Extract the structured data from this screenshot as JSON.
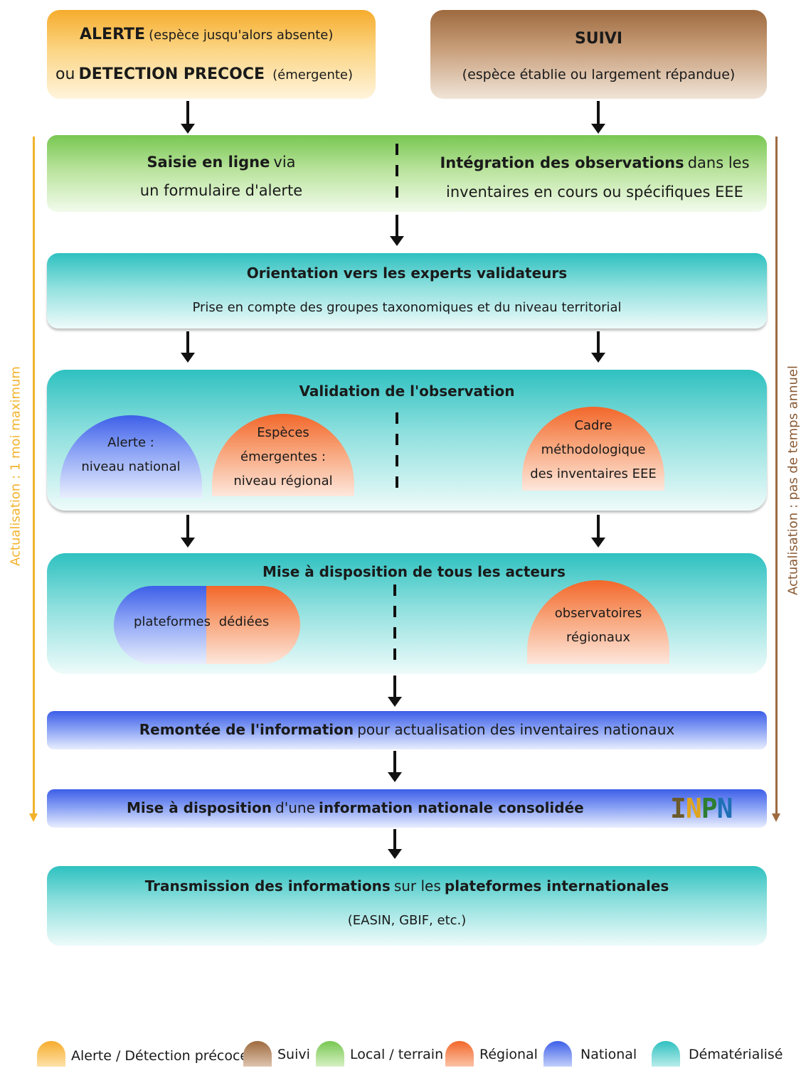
{
  "top": {
    "alert_line1_bold": "ALERTE",
    "alert_line1_rest": "(espèce jusqu'alors absente)",
    "alert_line2_prefix": "ou",
    "alert_line2_bold": "DETECTION PRECOCE",
    "alert_line2_rest": "(émergente)",
    "suivi_title": "SUIVI",
    "suivi_sub": "(espèce établie ou largement répandue)"
  },
  "green": {
    "left_bold": "Saisie en ligne",
    "left_rest": "via",
    "left_line2": "un formulaire d'alerte",
    "right_bold": "Intégration des observations",
    "right_rest": "dans les",
    "right_line2": "inventaires en cours ou spécifiques EEE"
  },
  "orient": {
    "title": "Orientation vers les experts validateurs",
    "sub": "Prise en compte des groupes taxonomiques et du niveau territorial"
  },
  "validation": {
    "title": "Validation de l'observation",
    "alerte_l1": "Alerte :",
    "alerte_l2": "niveau national",
    "emerg_l1": "Espèces",
    "emerg_l2": "émergentes :",
    "emerg_l3": "niveau régional",
    "cadre_l1": "Cadre",
    "cadre_l2": "méthodologique",
    "cadre_l3": "des inventaires EEE"
  },
  "mise": {
    "title": "Mise à disposition de tous les acteurs",
    "plat_a": "plateformes",
    "plat_b": "dédiées",
    "obs_l1": "observatoires",
    "obs_l2": "régionaux"
  },
  "remontee": {
    "bold": "Remontée de l'information",
    "rest": "pour actualisation des inventaires nationaux"
  },
  "national": {
    "bold1": "Mise à disposition",
    "mid": "d'une",
    "bold2": "information nationale consolidée",
    "logo": "INPN"
  },
  "transmission": {
    "bold1": "Transmission des informations",
    "mid": "sur les",
    "bold2": "plateformes internationales",
    "sub": "(EASIN, GBIF, etc.)"
  },
  "side": {
    "left": "Actualisation : 1 moi maximum",
    "right": "Actualisation : pas de temps annuel"
  },
  "legend": {
    "alert": "Alerte / Détection précoce",
    "suivi": "Suivi",
    "local": "Local / terrain",
    "regional": "Régional",
    "national": "National",
    "demat": "Dématérialisé"
  },
  "colors": {
    "alert": "#f6ac2c",
    "suivi": "#9e6a3f",
    "local": "#78c752",
    "regional": "#f2672a",
    "national": "#3d5fe8",
    "demat": "#2ec1c0"
  }
}
